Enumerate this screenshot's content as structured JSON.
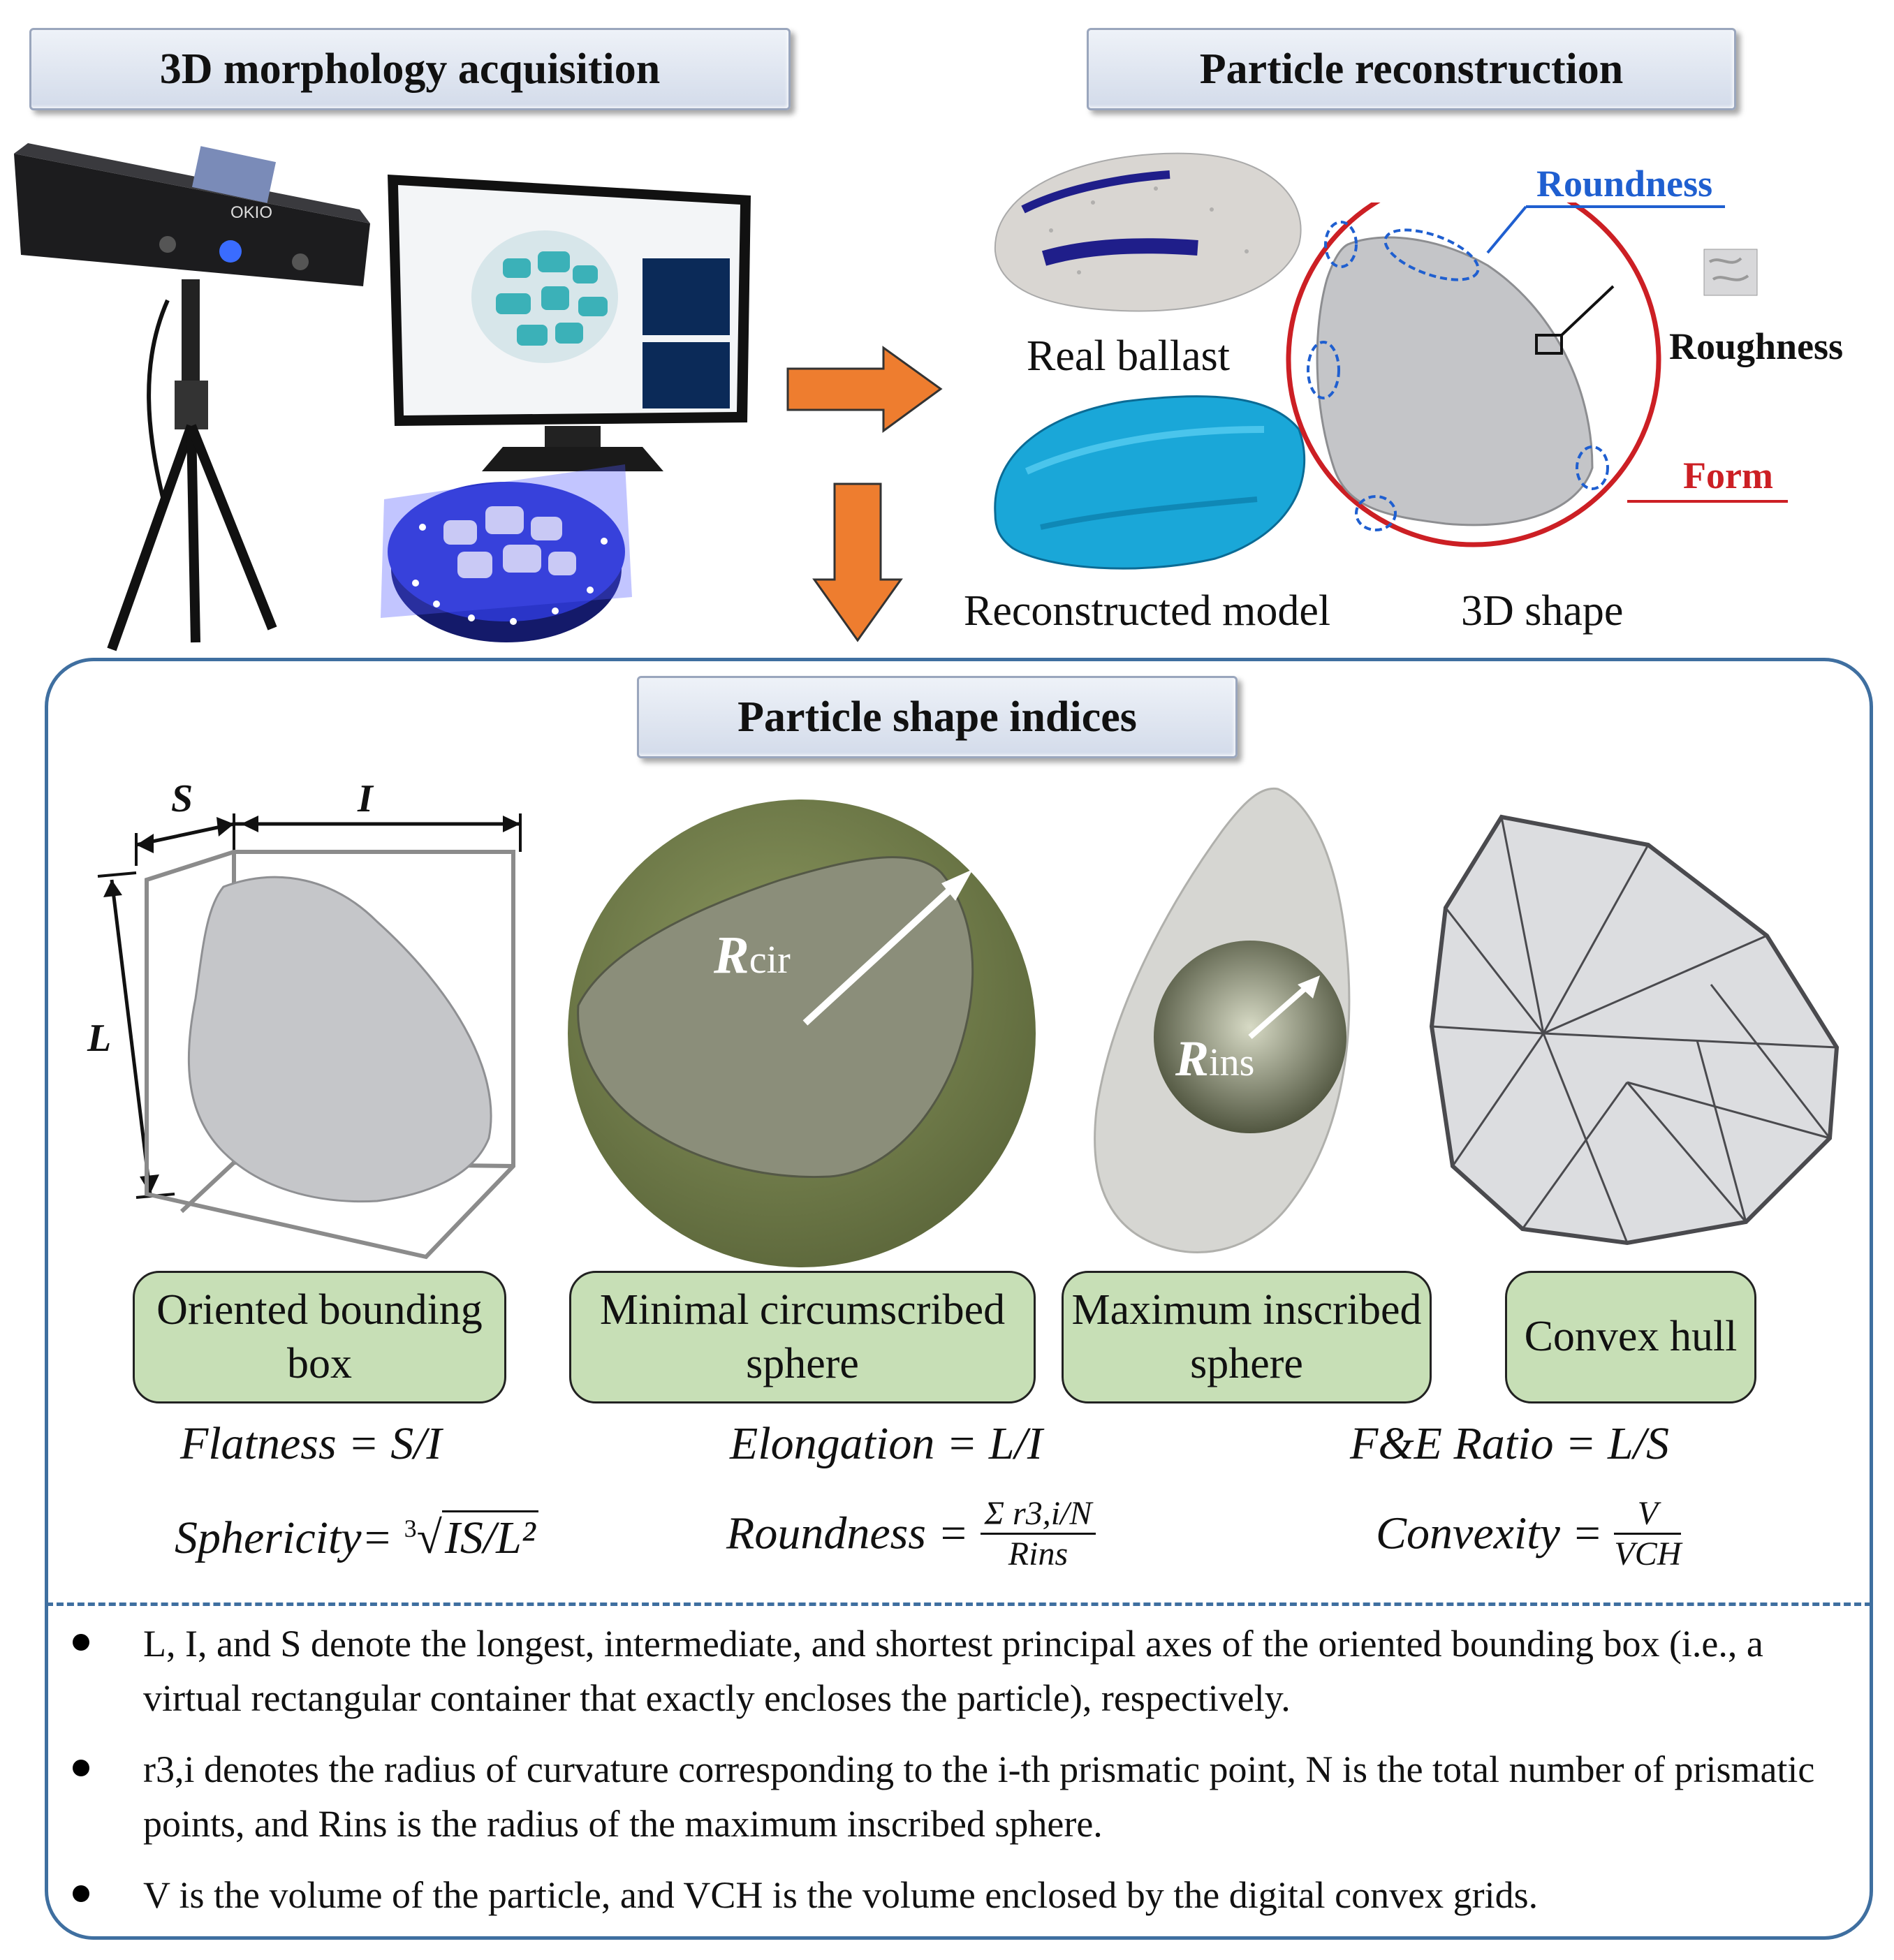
{
  "panels": {
    "acquisition_title": "3D morphology acquisition",
    "reconstruction_title": "Particle reconstruction",
    "indices_title": "Particle shape indices"
  },
  "reconstruction": {
    "real_ballast": "Real ballast",
    "reconstructed_model": "Reconstructed model",
    "shape_3d": "3D shape",
    "roundness": "Roundness",
    "roughness": "Roughness",
    "form": "Form"
  },
  "scanner": {
    "brand": "OKIO"
  },
  "indices": {
    "axis_s": "S",
    "axis_i": "I",
    "axis_l": "L",
    "r_cir": "R",
    "r_cir_sub": "cir",
    "r_ins": "R",
    "r_ins_sub": "ins",
    "boxes": [
      {
        "text": "Oriented bounding box"
      },
      {
        "text": "Minimal circumscribed sphere"
      },
      {
        "text": "Maximum inscribed sphere"
      },
      {
        "text": "Convex hull"
      }
    ]
  },
  "formulas": {
    "flatness": "Flatness = S/I",
    "elongation": "Elongation = L/I",
    "fe_ratio": "F&E Ratio = L/S",
    "sphericity_lhs": "Sphericity= ",
    "sphericity_root_index": "3",
    "sphericity_radicand": "IS/L²",
    "roundness_lhs": "Roundness = ",
    "roundness_num": "Σ r3,i/N",
    "roundness_den": "Rins",
    "convexity_lhs": "Convexity = ",
    "convexity_num": "V",
    "convexity_den": "VCH"
  },
  "notes": [
    "L, I, and S denote the longest, intermediate, and shortest principal axes of the oriented bounding box (i.e., a virtual rectangular container that exactly encloses the particle), respectively.",
    "r3,i denotes the radius of curvature corresponding to the i-th prismatic point, N is the total number of prismatic points, and Rins is the radius of the maximum inscribed sphere.",
    "V is the volume of the particle, and VCH is the volume enclosed by the digital convex grids."
  ],
  "colors": {
    "panel_border": "#3f6fa0",
    "arrow": "#ee7d2f",
    "green_box": "#c7dfb6",
    "roundness_blue": "#1f5fd0",
    "form_red": "#cc1f24",
    "sphere_green": "#5f6a3d"
  }
}
